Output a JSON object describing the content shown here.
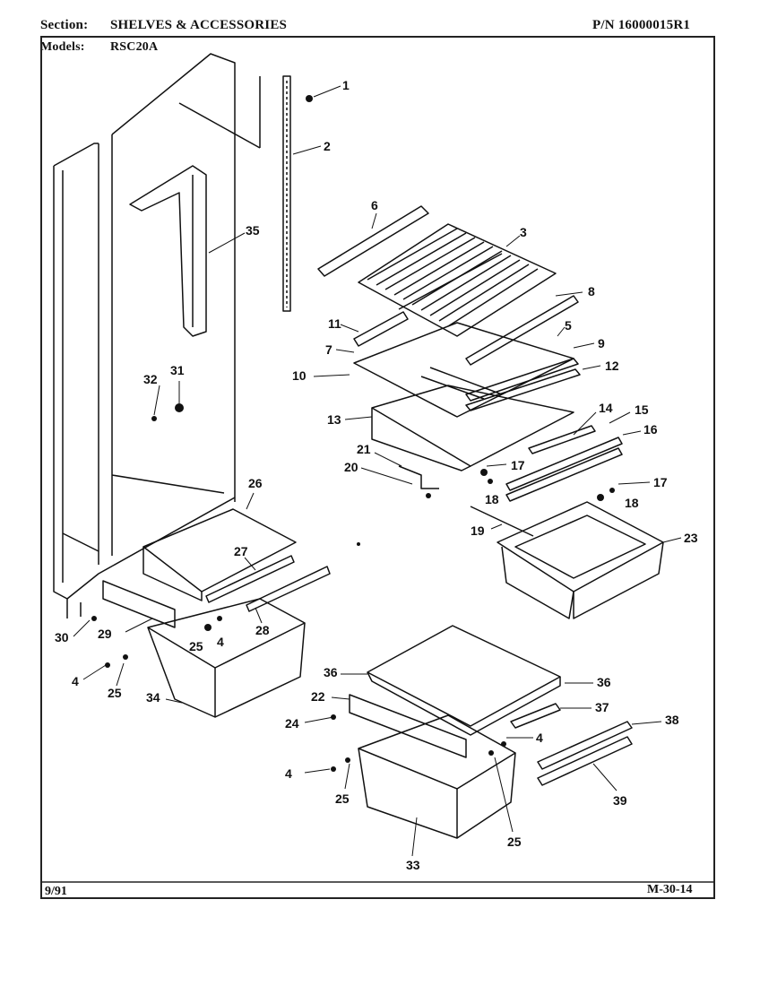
{
  "header": {
    "section_label": "Section:",
    "section_title": "SHELVES & ACCESSORIES",
    "part_number": "P/N 16000015R1",
    "models_label": "Models:",
    "model": "RSC20A"
  },
  "footer": {
    "date": "9/91",
    "page_code": "M-30-14"
  },
  "callouts": [
    "1",
    "2",
    "3",
    "4",
    "5",
    "6",
    "7",
    "8",
    "9",
    "10",
    "11",
    "12",
    "13",
    "14",
    "15",
    "16",
    "17",
    "18",
    "19",
    "20",
    "21",
    "22",
    "23",
    "24",
    "25",
    "26",
    "27",
    "28",
    "29",
    "30",
    "31",
    "32",
    "33",
    "34",
    "35",
    "36",
    "37",
    "38",
    "39"
  ],
  "page_label": {
    "total": "39"
  }
}
